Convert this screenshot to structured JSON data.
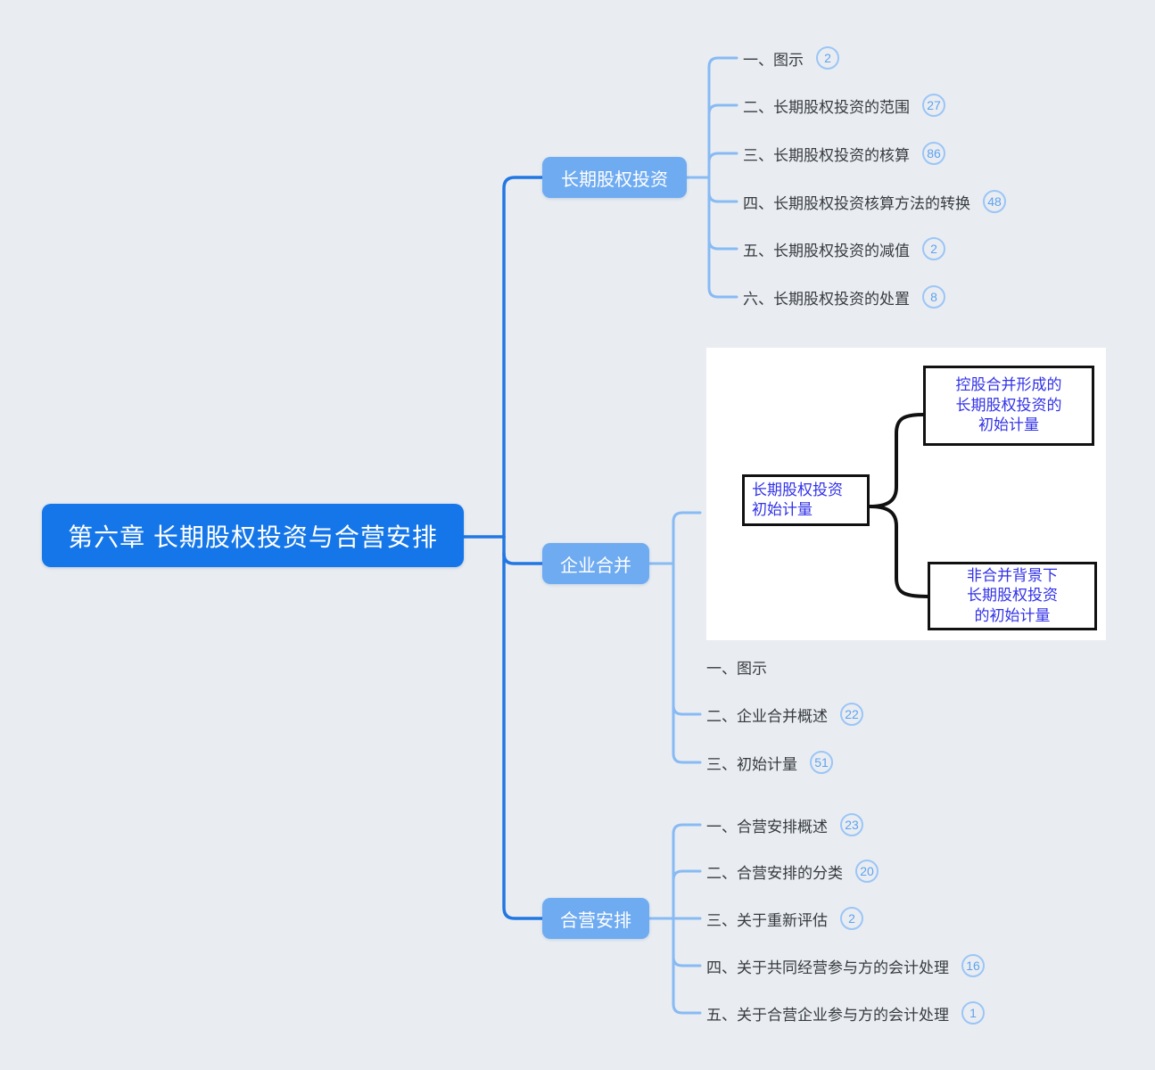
{
  "colors": {
    "background": "#e9edf1",
    "root_fill": "#1476e8",
    "branch_fill": "#6fabf1",
    "main_line": "#2277e3",
    "topic_line": "#88baf4",
    "topic_text": "#363b40",
    "badge_text": "#5fa2f0",
    "badge_border": "#9cc5f6",
    "diagram_text": "#3232e8",
    "diagram_line": "#111111"
  },
  "root": {
    "label": "第六章 长期股权投资与合营安排"
  },
  "branches": [
    {
      "label": "长期股权投资",
      "topics": [
        {
          "text": "一、图示",
          "badge": "2"
        },
        {
          "text": "二、长期股权投资的范围",
          "badge": "27"
        },
        {
          "text": "三、长期股权投资的核算",
          "badge": "86"
        },
        {
          "text": "四、长期股权投资核算方法的转换",
          "badge": "48"
        },
        {
          "text": "五、长期股权投资的减值",
          "badge": "2"
        },
        {
          "text": "六、长期股权投资的处置",
          "badge": "8"
        }
      ]
    },
    {
      "label": "企业合并",
      "topics": [
        {
          "text": "一、图示",
          "badge": null,
          "has_image": true
        },
        {
          "text": "二、企业合并概述",
          "badge": "22"
        },
        {
          "text": "三、初始计量",
          "badge": "51"
        }
      ]
    },
    {
      "label": "合营安排",
      "topics": [
        {
          "text": "一、合营安排概述",
          "badge": "23"
        },
        {
          "text": "二、合营安排的分类",
          "badge": "20"
        },
        {
          "text": "三、关于重新评估",
          "badge": "2"
        },
        {
          "text": "四、关于共同经营参与方的会计处理",
          "badge": "16"
        },
        {
          "text": "五、关于合营企业参与方的会计处理",
          "badge": "1"
        }
      ]
    }
  ],
  "diagram": {
    "center_box_lines": [
      "长期股权投资",
      "初始计量"
    ],
    "top_box_lines": [
      "控股合并形成的",
      "长期股权投资的",
      "初始计量"
    ],
    "bottom_box_lines": [
      "非合并背景下",
      "长期股权投资",
      "的初始计量"
    ]
  }
}
